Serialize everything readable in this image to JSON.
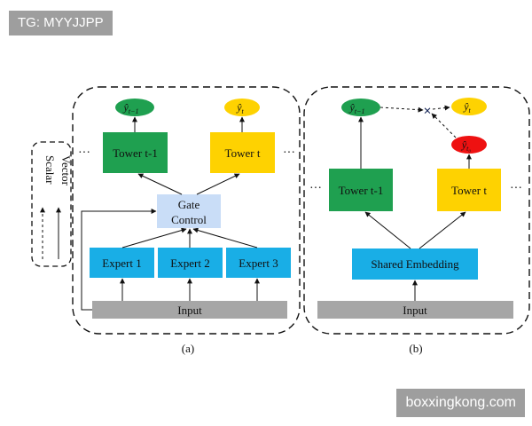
{
  "watermarks": {
    "top": "TG: MYYJJPP",
    "bottom": "boxxingkong.com"
  },
  "legend": {
    "scalar": "Scalar",
    "vector": "Vector"
  },
  "panel_a": {
    "caption": "(a)",
    "tower_prev": "Tower t-1",
    "tower_curr": "Tower t",
    "gate_line1": "Gate",
    "gate_line2": "Control",
    "experts": [
      "Expert 1",
      "Expert 2",
      "Expert 3"
    ],
    "input": "Input",
    "ellipsis": "···",
    "out_prev": {
      "base": "ŷ",
      "sub": "t−1"
    },
    "out_curr": {
      "base": "ŷ",
      "sub": "t"
    }
  },
  "panel_b": {
    "caption": "(b)",
    "tower_prev": "Tower t-1",
    "tower_curr": "Tower t",
    "shared": "Shared Embedding",
    "input": "Input",
    "ellipsis": "···",
    "out_prev": {
      "base": "ŷ",
      "sub": "t−1"
    },
    "out_curr": {
      "base": "ŷ",
      "sub": "t"
    },
    "out_red": {
      "base": "ŷ",
      "sub": "t₀"
    },
    "cross": "×"
  },
  "colors": {
    "green": "#1fa050",
    "yellow": "#fed201",
    "blue": "#19aee6",
    "gate": "#c9ddf7",
    "gray": "#a6a6a6",
    "red": "#ee1111"
  }
}
